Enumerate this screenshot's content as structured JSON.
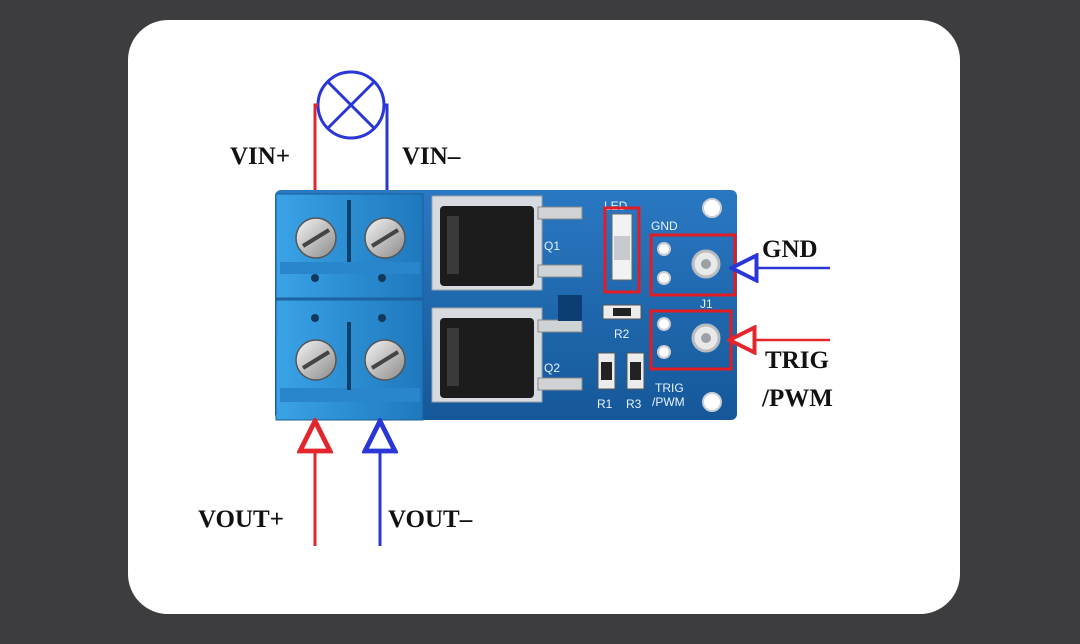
{
  "labels": {
    "vin_plus": "VIN+",
    "vin_minus": "VIN–",
    "vout_plus": "VOUT+",
    "vout_minus": "VOUT–",
    "gnd": "GND",
    "trig_line1": "TRIG",
    "trig_line2": "/PWM"
  },
  "silkscreen": {
    "led": "LED",
    "gnd": "GND",
    "q1": "Q1",
    "q2": "Q2",
    "r1": "R1",
    "r2": "R2",
    "r3": "R3",
    "j1": "J1",
    "trig": "TRIG",
    "pwm": "/PWM"
  },
  "colors": {
    "background": "#3d3d3f",
    "card": "#ffffff",
    "pcb": "#1d68b3",
    "terminal_block": "#2c8fd3",
    "positive_wire": "#e3262c",
    "negative_wire": "#2a37d6",
    "highlight_box": "#e31c23"
  },
  "icons": {
    "lamp": "lamp-icon"
  }
}
